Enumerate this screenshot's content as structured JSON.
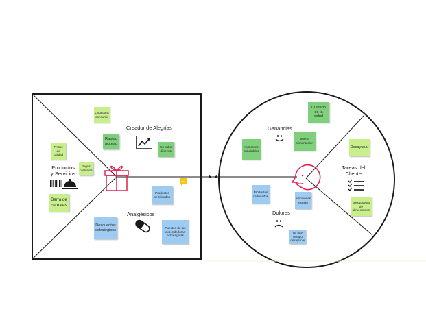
{
  "colors": {
    "frame": "#1a1a1a",
    "accent": "#e02050",
    "note_green": "#7ed07a",
    "note_light_green": "#c9ef8c",
    "note_blue": "#9ecbf2",
    "comment_yellow": "#f5c518"
  },
  "value_map": {
    "products_label": "Productos\ny Servicios",
    "gain_creators_label": "Creador de Alegrías",
    "pain_relievers_label": "Analgésicos",
    "notes": {
      "lista_pensada": "Lista para\nconsumir",
      "rapido_acceso": "Rapido\nacceso",
      "un_sabor": "Un sabor\ndiferente",
      "frutas": "Frutas\nde\ncalidad",
      "jugos": "Jugos\nnutritivos",
      "barra_cereales": "Barra de\ncereales",
      "productos_certificados": "Productos\ncertificados",
      "descuentos": "Descuentos\nestrategicos",
      "puestos": "Puestos de las\nexpendedoras\nestrategicas"
    }
  },
  "customer_profile": {
    "gains_label": "Ganancias",
    "pains_label": "Dolores",
    "jobs_label": "Tareas del\nCliente",
    "notes": {
      "cuidado_salud": "Cuidado\nde la\nsalud",
      "nutrientes": "nutrientes\nsaludables",
      "buena_alimentacion": "Buena\nalimentación",
      "productos_caducados": "Productos\ncaducados",
      "emociones": "emociones\nestado",
      "no_hay_tiempo": "no hay tiempo\ndesayunar",
      "desayunar": "Desayunar",
      "presupuesto": "presupuesto\nde\nalimentacion"
    }
  },
  "icons": [
    "gift-icon",
    "rising-chart-icon",
    "pill-icon",
    "barcode-icon",
    "service-bell-icon",
    "face-icon",
    "smile-icon",
    "frown-icon",
    "checklist-icon",
    "comment-icon"
  ]
}
